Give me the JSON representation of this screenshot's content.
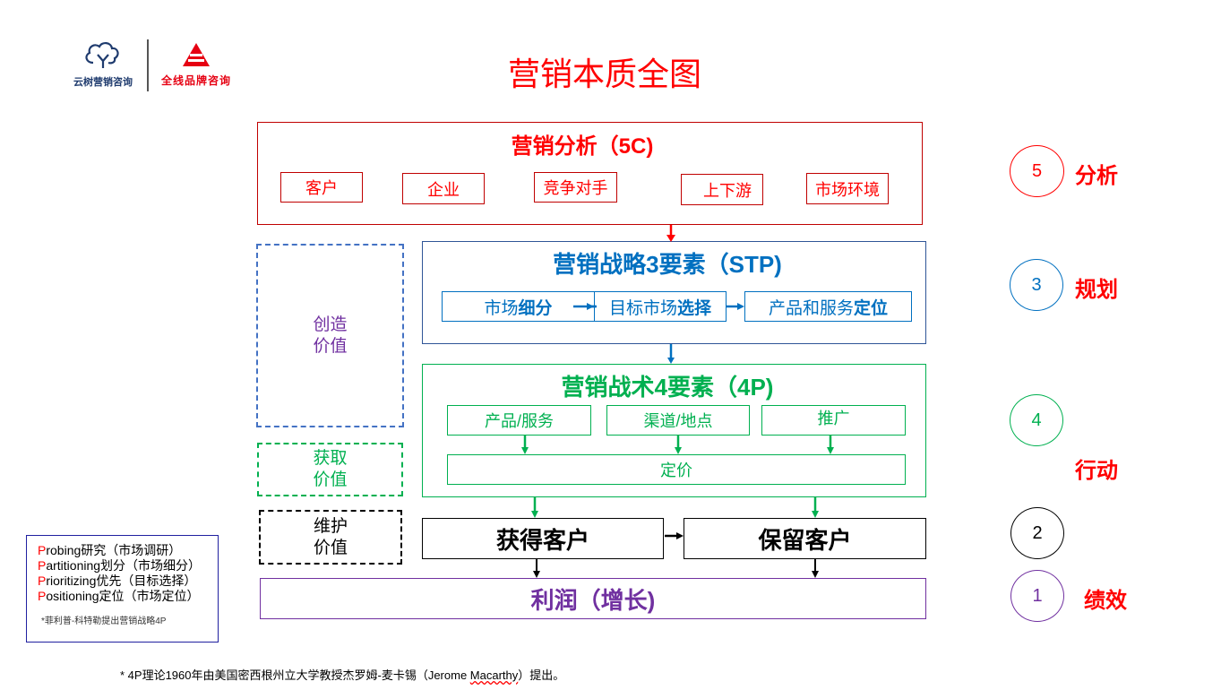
{
  "logos": {
    "left_brand": "云树营销咨询",
    "right_brand": "全线品牌咨询"
  },
  "title": "营销本质全图",
  "analysis_5c": {
    "title": "营销分析（5C)",
    "items": [
      "客户",
      "企业",
      "竞争对手",
      "上下游",
      "市场环境"
    ]
  },
  "strategy_stp": {
    "title": "营销战略3要素（STP)",
    "items": [
      {
        "normal": "市场",
        "bold": "细分"
      },
      {
        "normal": "目标市场",
        "bold": "选择"
      },
      {
        "normal": "产品和服务",
        "bold": "定位"
      }
    ]
  },
  "tactics_4p": {
    "title": "营销战术4要素（4P)",
    "items": [
      "产品/服务",
      "渠道/地点",
      "推广"
    ],
    "pricing": "定价"
  },
  "value_boxes": [
    {
      "line1": "创造",
      "line2": "价值"
    },
    {
      "line1": "获取",
      "line2": "价值"
    },
    {
      "line1": "维护",
      "line2": "价值"
    }
  ],
  "customers": {
    "acquire": "获得客户",
    "retain": "保留客户"
  },
  "profit": "利润（增长)",
  "stages": [
    {
      "number": "5",
      "label": "分析",
      "color": "#ff0000"
    },
    {
      "number": "3",
      "label": "规划",
      "color": "#0070c0"
    },
    {
      "number": "4",
      "label": "行动",
      "color": "#00b050"
    },
    {
      "number": "2",
      "label": "",
      "color": "#000000"
    },
    {
      "number": "1",
      "label": "绩效",
      "color": "#7030a0"
    }
  ],
  "legend": {
    "lines": [
      {
        "first": "P",
        "rest": "robing研究（市场调研）"
      },
      {
        "first": "P",
        "rest": "artitioning划分（市场细分）"
      },
      {
        "first": "P",
        "rest": "rioritizing优先（目标选择）"
      },
      {
        "first": "P",
        "rest": "ositioning定位（市场定位）"
      }
    ],
    "note": "*菲利普-科特勒提出营销战略4P"
  },
  "footnote": {
    "prefix": "*  4P理论1960年由美国密西根州立大学教授杰罗姆-麦卡锡（Jerome ",
    "underlined": "Macarthy",
    "suffix": "）提出。"
  },
  "colors": {
    "analysis": "#ff0000",
    "strategy": "#0070c0",
    "tactics": "#00b050",
    "profit": "#7030a0"
  }
}
